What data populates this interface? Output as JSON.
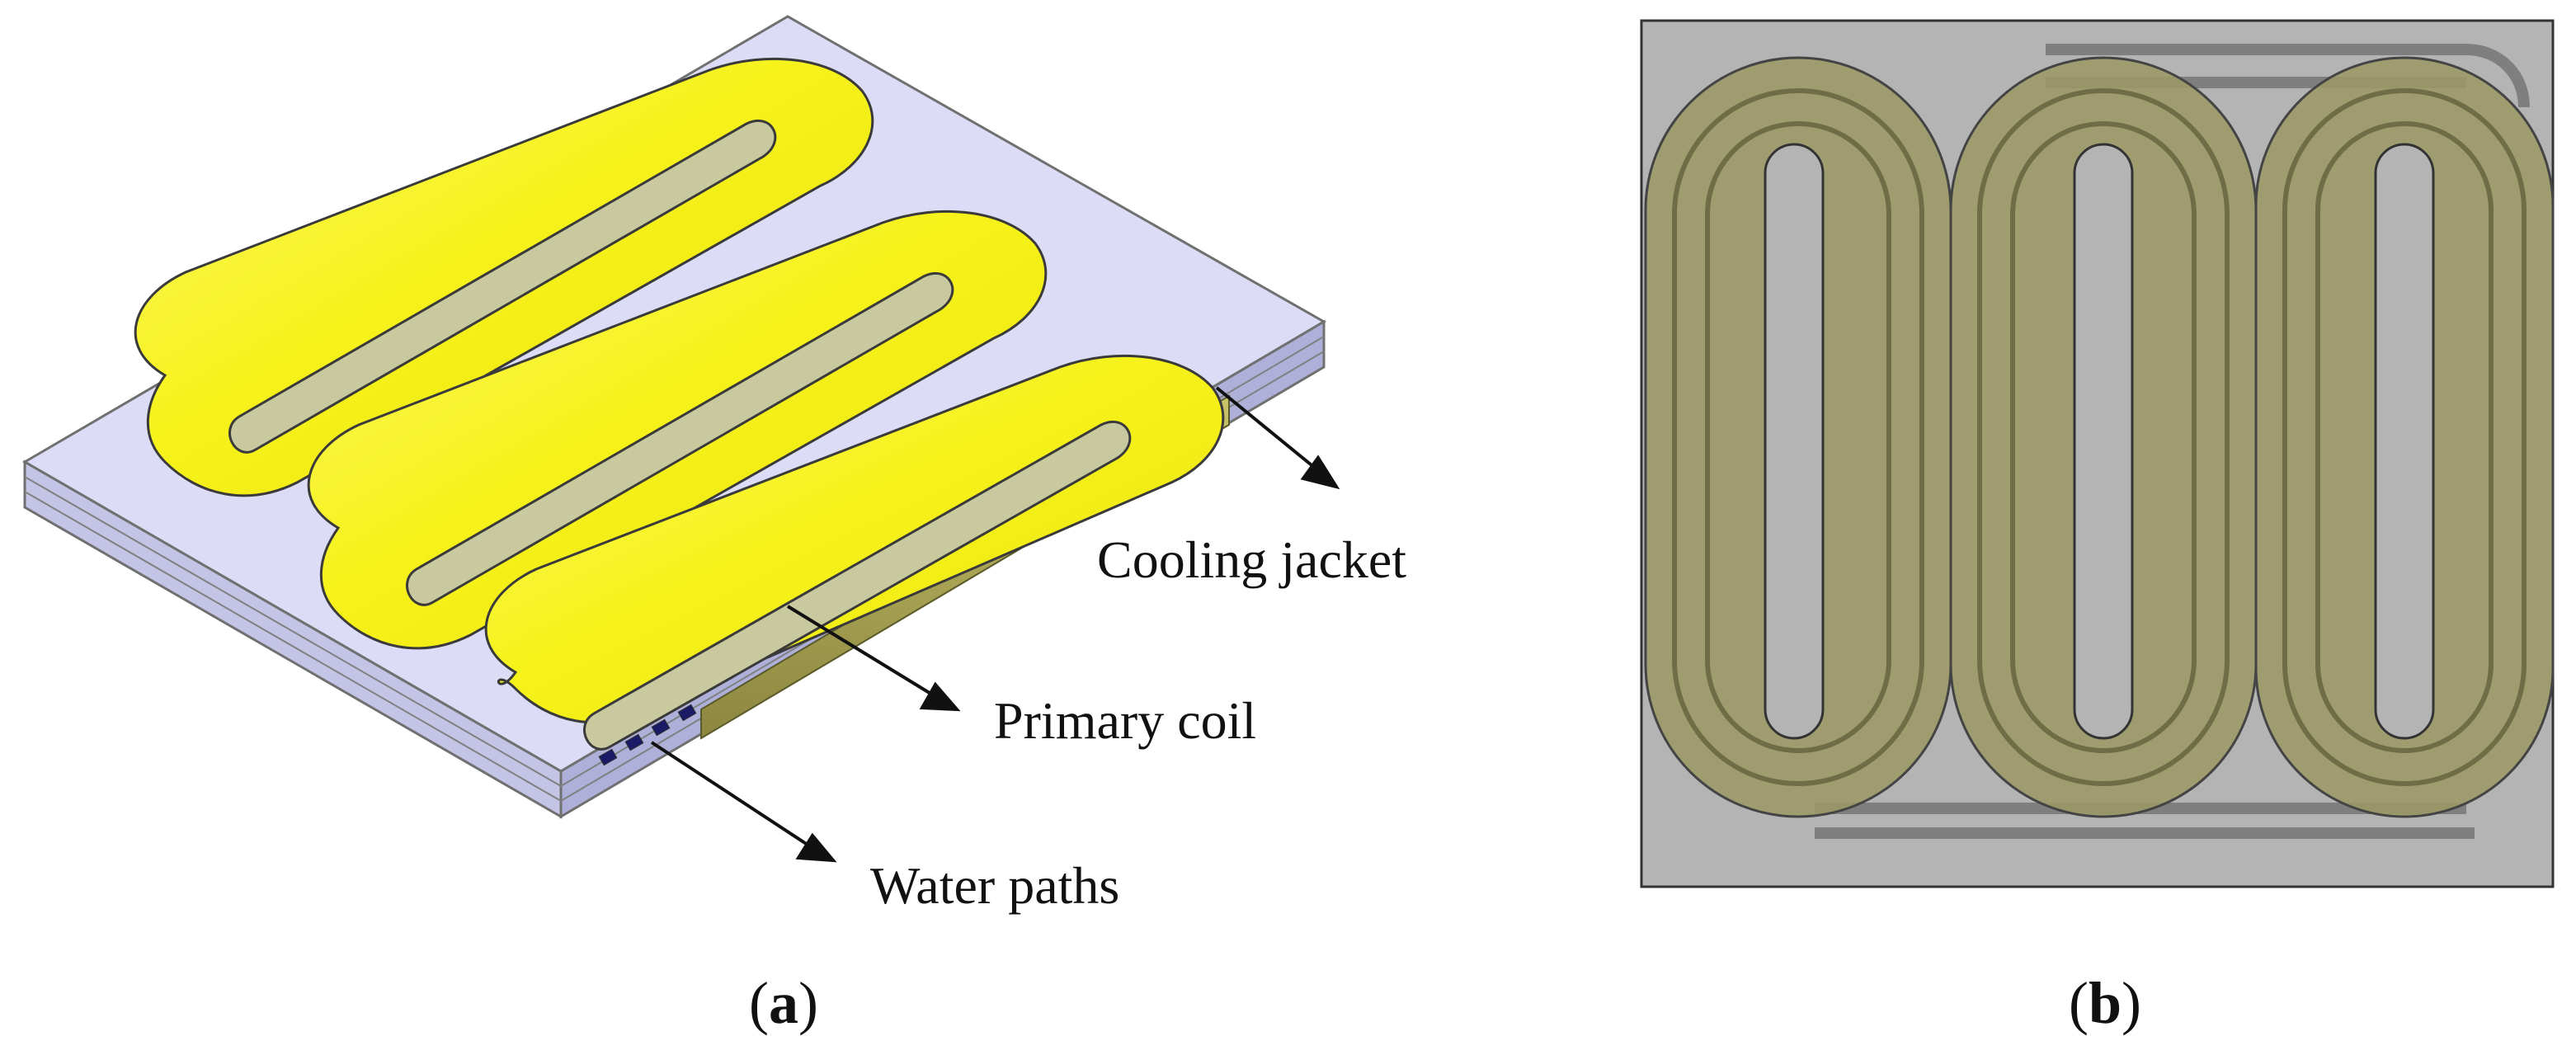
{
  "panel_a": {
    "labels": {
      "cooling_jacket": "Cooling jacket",
      "primary_coil": "Primary coil",
      "water_paths": "Water paths"
    },
    "caption": {
      "open": "(",
      "letter": "a",
      "close": ")"
    }
  },
  "panel_b": {
    "caption": {
      "open": "(",
      "letter": "b",
      "close": ")"
    }
  },
  "colors": {
    "coil_yellow": "#f6f21a",
    "coil_edge": "#b5b300",
    "jacket_tint": "#c9c9f0",
    "plate_gray": "#b4b4b4",
    "coil_olive": "#9c9a66"
  }
}
